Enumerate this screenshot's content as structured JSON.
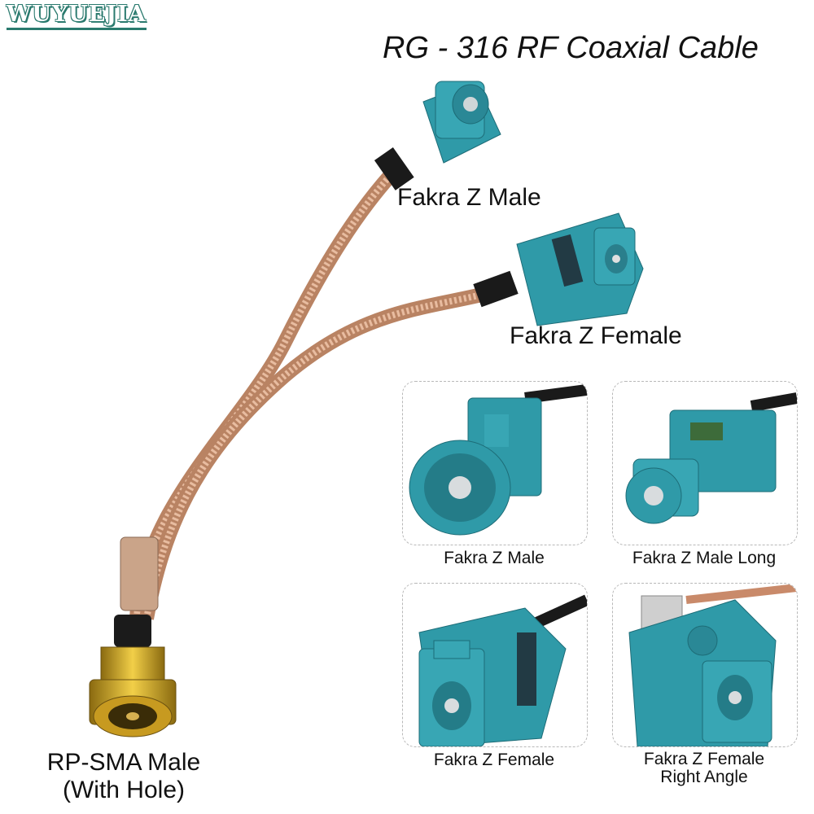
{
  "brand": "WUYUEJIA",
  "title": "RG - 316 RF Coaxial Cable",
  "main_labels": {
    "fakra_z_male": "Fakra Z Male",
    "fakra_z_female": "Fakra Z Female",
    "rp_sma_line1": "RP-SMA Male",
    "rp_sma_line2": "(With Hole)"
  },
  "panels": [
    {
      "label": "Fakra Z Male"
    },
    {
      "label": "Fakra Z Male Long"
    },
    {
      "label": "Fakra Z Female"
    },
    {
      "label_line1": "Fakra Z Female",
      "label_line2": "Right Angle"
    }
  ],
  "colors": {
    "fakra_z_teal": "#2f9aa8",
    "cable_tan": "#d9a98a",
    "sma_gold": "#d4a520",
    "brand_green": "#2a7a6e"
  }
}
